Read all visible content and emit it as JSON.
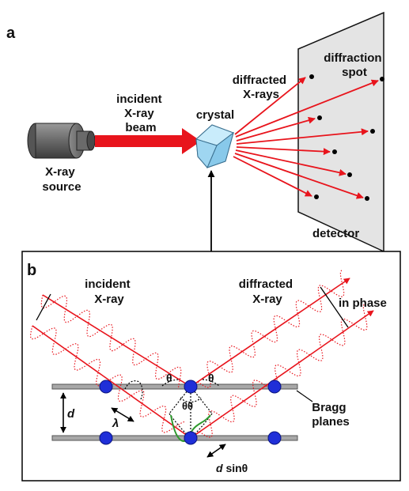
{
  "panel_a": {
    "letter": "a",
    "source_label": [
      "X-ray",
      "source"
    ],
    "beam_label": [
      "incident",
      "X-ray",
      "beam"
    ],
    "crystal_label": "crystal",
    "diffracted_label": [
      "diffracted",
      "X-rays"
    ],
    "spot_label": [
      "diffraction",
      "spot"
    ],
    "detector_label": "detector"
  },
  "panel_b": {
    "letter": "b",
    "incident_label": [
      "incident",
      "X-ray"
    ],
    "diffracted_label": [
      "diffracted",
      "X-ray"
    ],
    "in_phase_label": "in phase",
    "theta": "θ",
    "theta_double": "θθ",
    "d": "d",
    "lambda": "λ",
    "d_sin": "d",
    "sin_theta": " sinθ",
    "bragg_label": [
      "Bragg",
      "planes"
    ]
  },
  "colors": {
    "ray": "#e8141c",
    "atom": "#1f2fd8",
    "plane": "#a8a8a8",
    "detector": "#e4e4e4",
    "crystal": "#a8dcf5",
    "path_wave": "#2e9a2e"
  }
}
